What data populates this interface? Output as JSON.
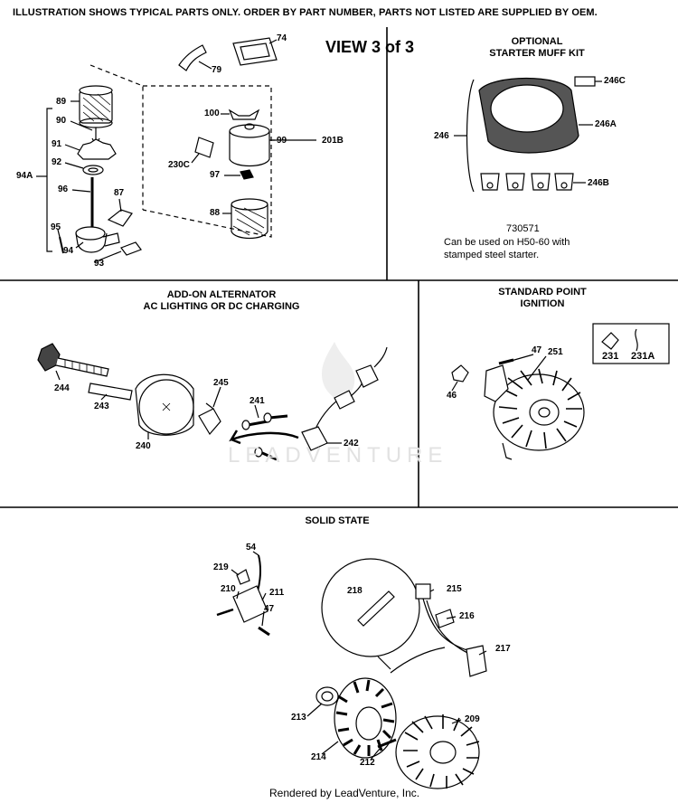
{
  "header": {
    "notice": "ILLUSTRATION SHOWS TYPICAL PARTS ONLY. ORDER BY PART NUMBER, PARTS NOT LISTED ARE SUPPLIED BY OEM.",
    "view": "VIEW 3 of 3"
  },
  "sections": {
    "starter_muff": {
      "title_line1": "OPTIONAL",
      "title_line2": "STARTER MUFF KIT",
      "kit_number": "730571",
      "note_line1": "Can be used on H50-60 with",
      "note_line2": "stamped steel starter."
    },
    "alternator": {
      "title_line1": "ADD-ON ALTERNATOR",
      "title_line2": "AC LIGHTING OR DC CHARGING"
    },
    "point_ignition": {
      "title_line1": "STANDARD POINT",
      "title_line2": "IGNITION"
    },
    "solid_state": {
      "title": "SOLID STATE"
    }
  },
  "callouts": {
    "p74": "74",
    "p79": "79",
    "p89": "89",
    "p90": "90",
    "p91": "91",
    "p92": "92",
    "p94a": "94A",
    "p96": "96",
    "p87": "87",
    "p95": "95",
    "p94": "94",
    "p93": "93",
    "p100": "100",
    "p99": "99",
    "p230c": "230C",
    "p97": "97",
    "p88": "88",
    "p201b": "201B",
    "p246c": "246C",
    "p246a": "246A",
    "p246": "246",
    "p246b": "246B",
    "p244": "244",
    "p243": "243",
    "p240": "240",
    "p245": "245",
    "p241": "241",
    "p242": "242",
    "p47a": "47",
    "p251": "251",
    "p46": "46",
    "p231": "231",
    "p231a": "231A",
    "p54": "54",
    "p219": "219",
    "p210": "210",
    "p211": "211",
    "p47b": "47",
    "p218": "218",
    "p215": "215",
    "p216": "216",
    "p217": "217",
    "p213": "213",
    "p209": "209",
    "p214": "214",
    "p212": "212"
  },
  "watermark": "LEADVENTURE",
  "footer": "Rendered by LeadVenture, Inc."
}
